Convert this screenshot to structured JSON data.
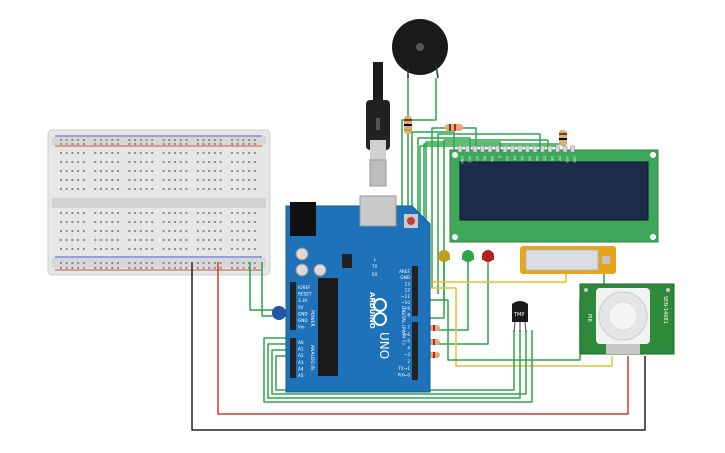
{
  "canvas": {
    "background": "#ffffff"
  },
  "arduino": {
    "brand_text": "ARDUINO",
    "model_text": "UNO",
    "power_header": [
      "IOREF",
      "RESET",
      "3.3V",
      "5V",
      "GND",
      "GND",
      "Vin"
    ],
    "analog_header": [
      "A0",
      "A1",
      "A2",
      "A3",
      "A4",
      "A5"
    ],
    "digital_header_top": [
      "AREF",
      "GND",
      "13",
      "12",
      "~11",
      "~10",
      "~9",
      "8"
    ],
    "digital_header_bottom": [
      "7",
      "~6",
      "~5",
      "4",
      "~3",
      "2",
      "TX→1",
      "RX←0"
    ],
    "power_label": "POWER",
    "analog_label": "ANALOG IN",
    "digital_label": "DIGITAL (PWM ~)",
    "small_marks": [
      "TX",
      "RX",
      "L"
    ],
    "board_color": "#1e72b9"
  },
  "lcd": {
    "pin_labels": [
      "GND",
      "VCC",
      "V0",
      "RS",
      "RW",
      "E",
      "D0",
      "D1",
      "D2",
      "D3",
      "D4",
      "D5",
      "D6",
      "D7",
      "LED",
      "LED"
    ]
  },
  "tmp_sensor": {
    "label": "TMP"
  },
  "pir": {
    "side_label": "SEN-14681",
    "small_label": "PIR"
  },
  "colors": {
    "wire_green": "#2aa64a",
    "wire_red": "#d63a2a",
    "wire_black": "#222222",
    "wire_yellow": "#e6c02a",
    "led_yellow": "#b7a21a",
    "led_green": "#2ba844",
    "led_red": "#b22222",
    "lcd_green": "#3fa75a",
    "lcd_screen": "#1d2b4a"
  }
}
